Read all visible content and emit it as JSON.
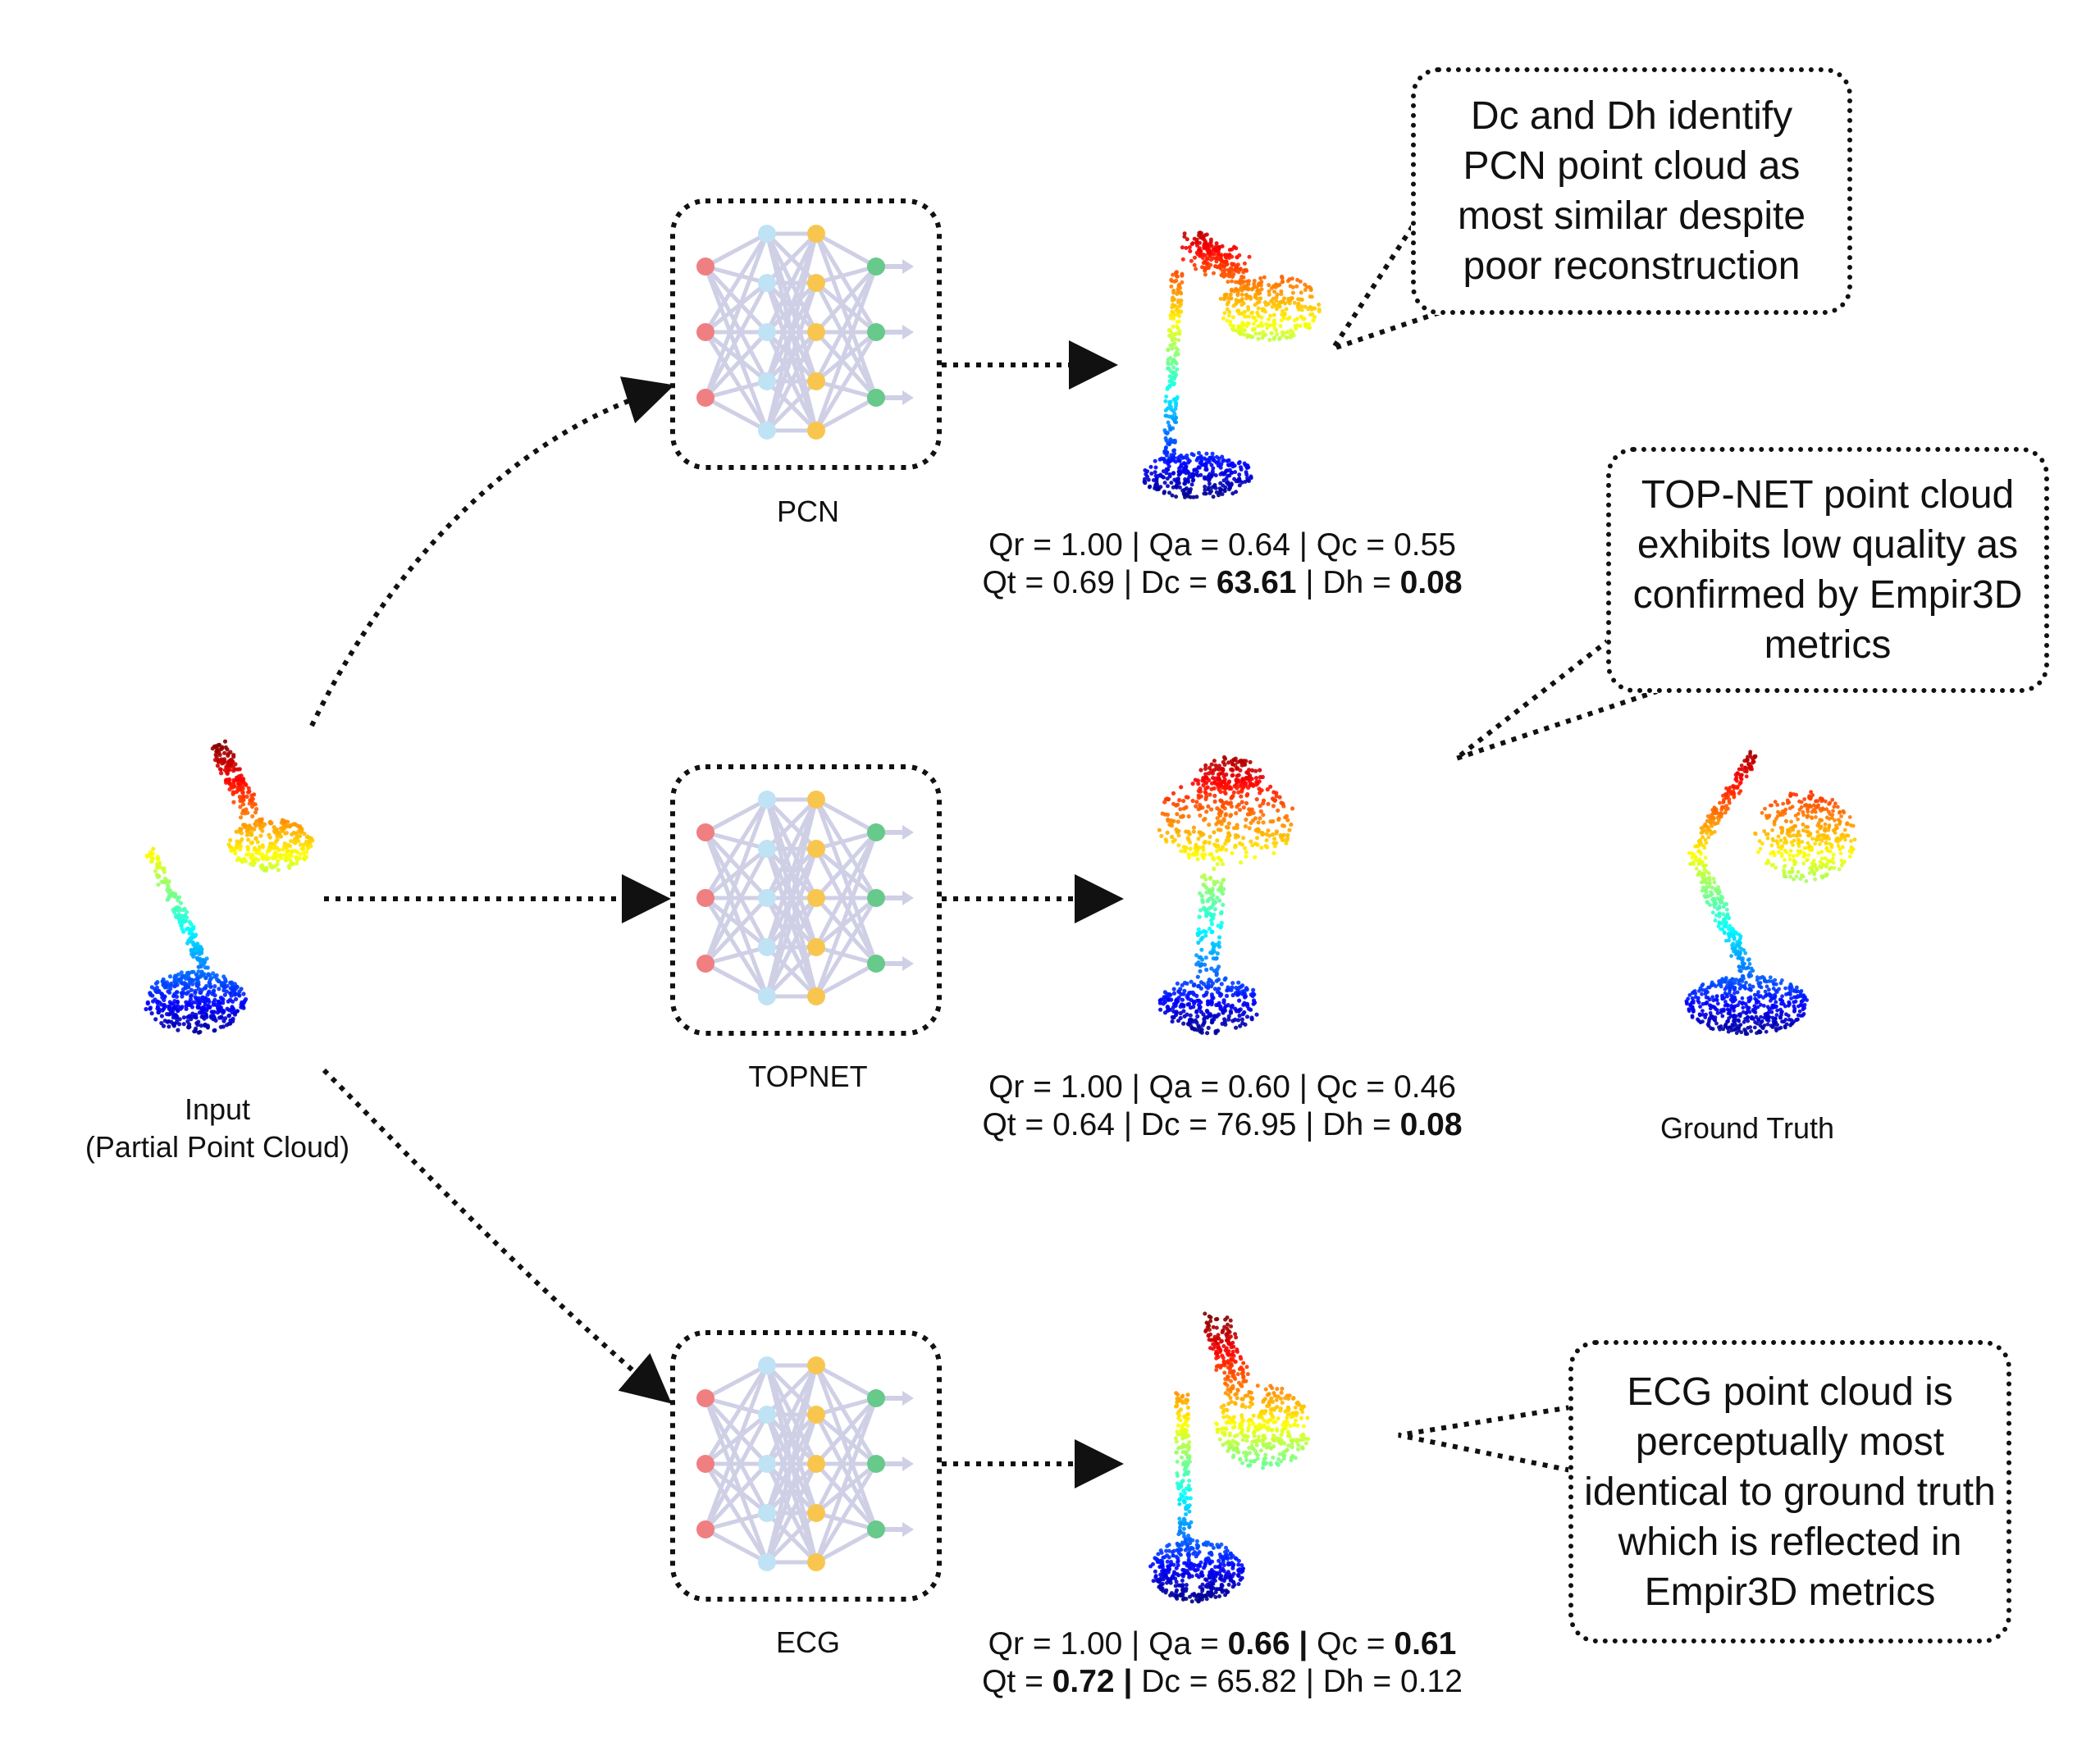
{
  "input": {
    "line1": "Input",
    "line2": "(Partial Point Cloud)"
  },
  "models": [
    {
      "name": "PCN",
      "metrics_line1": [
        {
          "t": "Qr = 1.00 | Qa = 0.64 | Qc = 0.55",
          "b": false
        }
      ],
      "metrics_line2": [
        {
          "t": "Qt = 0.69 | Dc = ",
          "b": false
        },
        {
          "t": "63.61",
          "b": true
        },
        {
          "t": " | Dh = ",
          "b": false
        },
        {
          "t": "0.08",
          "b": true
        }
      ]
    },
    {
      "name": "TOPNET",
      "metrics_line1": [
        {
          "t": "Qr = 1.00 | Qa = 0.60 | Qc = 0.46",
          "b": false
        }
      ],
      "metrics_line2": [
        {
          "t": "Qt = 0.64 | Dc = 76.95 | Dh = ",
          "b": false
        },
        {
          "t": "0.08",
          "b": true
        }
      ]
    },
    {
      "name": "ECG",
      "metrics_line1": [
        {
          "t": "Qr = 1.00 | Qa = ",
          "b": false
        },
        {
          "t": "0.66 |",
          "b": true
        },
        {
          "t": " Qc = ",
          "b": false
        },
        {
          "t": "0.61",
          "b": true
        }
      ],
      "metrics_line2": [
        {
          "t": "Qt = ",
          "b": false
        },
        {
          "t": "0.72 |",
          "b": true
        },
        {
          "t": " Dc = 65.82 | Dh = 0.12",
          "b": false
        }
      ]
    }
  ],
  "ground_truth": {
    "label": "Ground Truth"
  },
  "callouts": {
    "pcn": "Dc and Dh identify PCN point cloud as most similar despite poor reconstruction",
    "topnet": "TOP-NET point cloud exhibits low quality as confirmed by Empir3D metrics",
    "ecg": "ECG point cloud is perceptually most identical to ground truth which is reflected in Empir3D metrics"
  },
  "colors": {
    "input_node": "#f07f82",
    "hidden_node_1": "#bfe3f4",
    "hidden_node_2": "#f8c64f",
    "output_node": "#67c98a",
    "edge": "#cfd0e6",
    "outline": "#111111"
  },
  "icons": [
    "neural-network-icon",
    "point-cloud-lamp"
  ]
}
